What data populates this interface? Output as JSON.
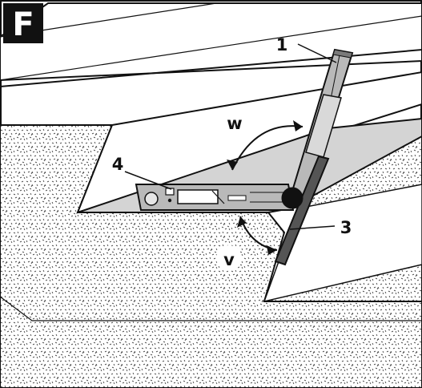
{
  "figure": {
    "letter": "F",
    "callouts": {
      "c1": "1",
      "c3": "3",
      "c4": "4",
      "w": "w",
      "v": "v"
    }
  },
  "colors": {
    "ink": "#111111",
    "paper": "#ffffff",
    "plane_gray": "#d4d4d4",
    "tool_gray": "#b9b9b9"
  }
}
